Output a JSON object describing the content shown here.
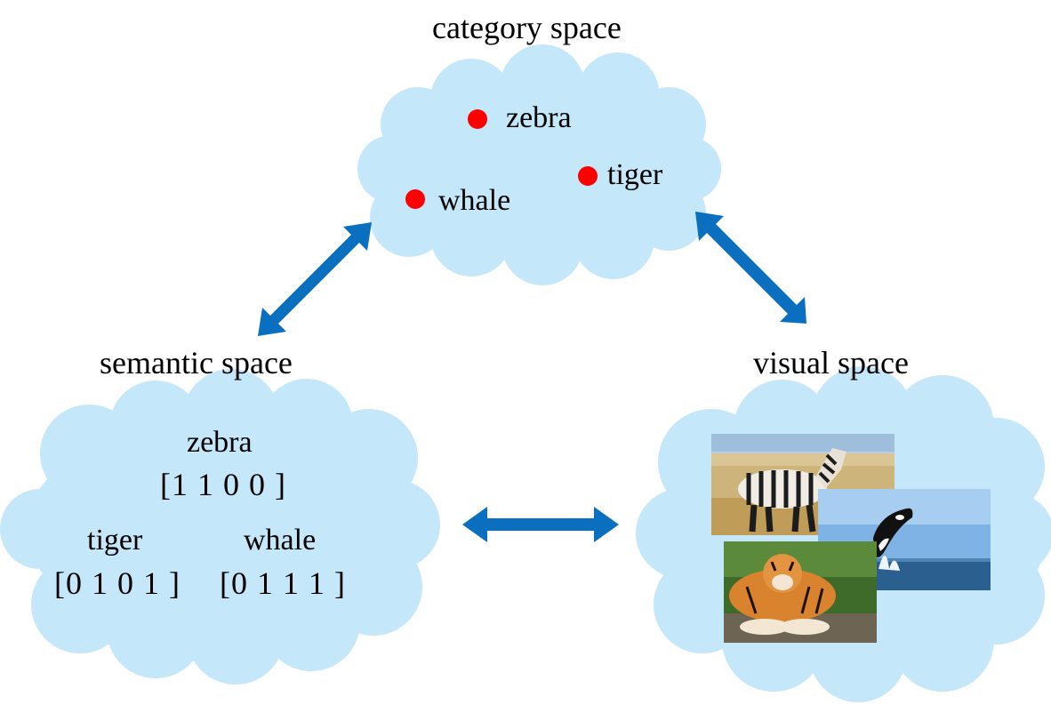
{
  "colors": {
    "cloud": "#c5e7fa",
    "arrow": "#0b6fc0",
    "dot": "#ff0000",
    "text": "#000000"
  },
  "category_space": {
    "title": "category space",
    "points": [
      {
        "label": "zebra"
      },
      {
        "label": "tiger"
      },
      {
        "label": "whale"
      }
    ]
  },
  "semantic_space": {
    "title": "semantic space",
    "entries": [
      {
        "label": "zebra",
        "vector": "[1 1 0 0 ]"
      },
      {
        "label": "tiger",
        "vector": "[0 1 0 1 ]"
      },
      {
        "label": "whale",
        "vector": "[0 1 1 1 ]"
      }
    ]
  },
  "visual_space": {
    "title": "visual space",
    "images": [
      {
        "icon": "zebra-photo"
      },
      {
        "icon": "orca-photo"
      },
      {
        "icon": "tiger-photo"
      }
    ]
  }
}
